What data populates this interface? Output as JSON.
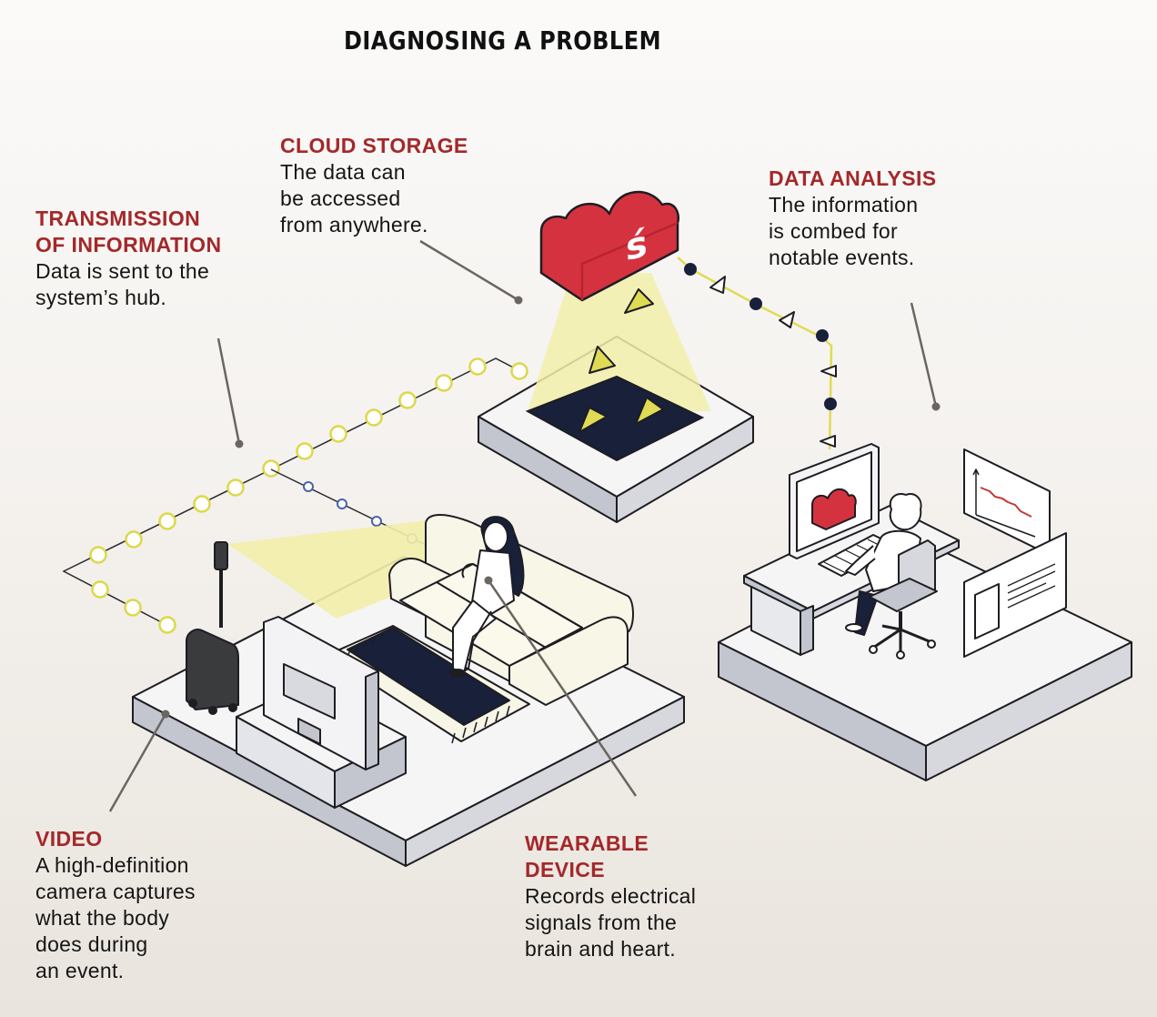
{
  "title": "DIAGNOSING A PROBLEM",
  "callouts": {
    "cloud_storage": {
      "heading": "CLOUD STORAGE",
      "body": "The data can\nbe accessed\nfrom anywhere."
    },
    "data_analysis": {
      "heading": "DATA ANALYSIS",
      "body": "The information\nis combed for\nnotable events."
    },
    "transmission": {
      "heading": "TRANSMISSION\nOF INFORMATION",
      "body": "Data is sent to the\nsystem’s hub."
    },
    "video": {
      "heading": "VIDEO",
      "body": "A high-definition\ncamera captures\nwhat the body\ndoes during\nan event."
    },
    "wearable": {
      "heading": "WEARABLE\nDEVICE",
      "body": "Records electrical\nsignals from the\nbrain and heart."
    }
  },
  "cloud_logo_glyph": "ś",
  "colors": {
    "accent_red": "#a4282a",
    "cloud_red": "#d53240",
    "highlight_yellow": "#f2eeaa",
    "navy": "#18203a",
    "platform_side": "#c3c6cf"
  }
}
